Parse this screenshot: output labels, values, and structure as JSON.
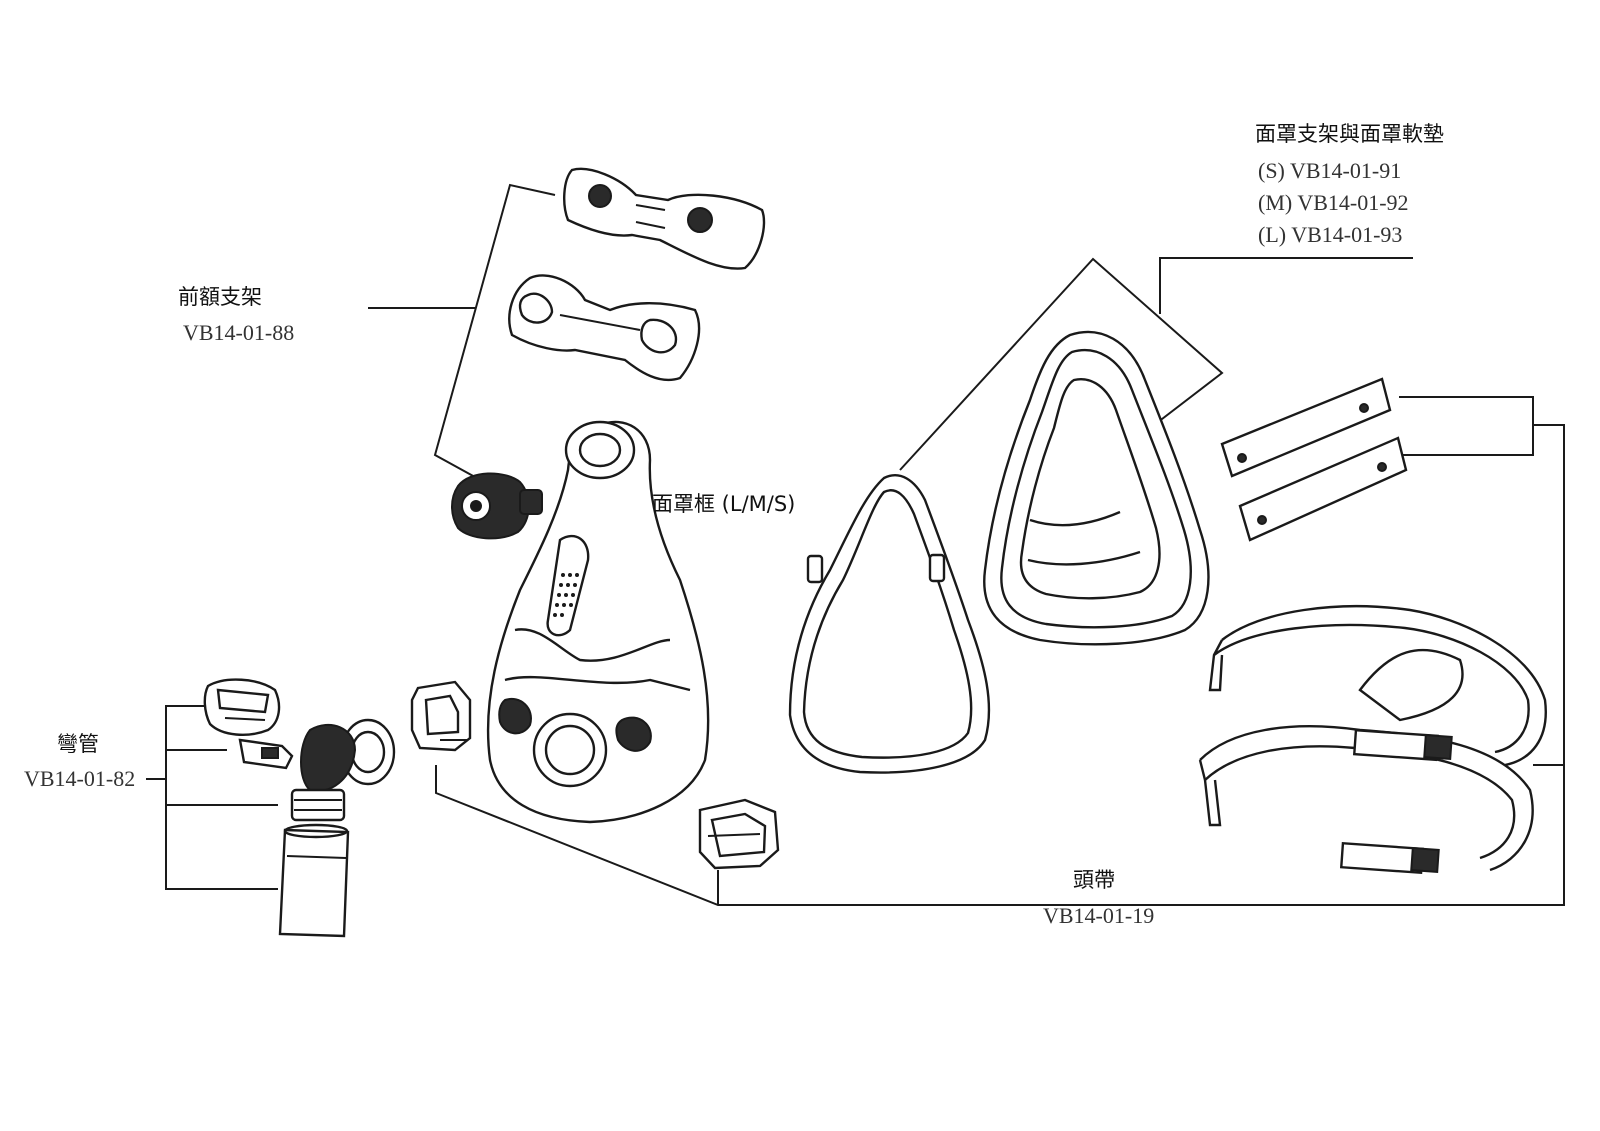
{
  "labels": {
    "forehead_support": {
      "name": "前額支架",
      "code": "VB14-01-88"
    },
    "elbow": {
      "name": "彎管",
      "code": "VB14-01-82"
    },
    "mask_frame": {
      "name": "面罩框 (L/M/S)"
    },
    "cushion_support": {
      "name": "面罩支架與面罩軟墊",
      "codes": [
        "(S) VB14-01-91",
        "(M) VB14-01-92",
        "(L) VB14-01-93"
      ]
    },
    "headgear": {
      "name": "頭帶",
      "code": "VB14-01-19"
    }
  }
}
